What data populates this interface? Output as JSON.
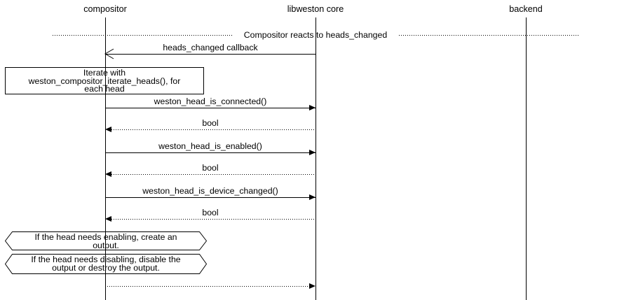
{
  "diagram": {
    "entities": [
      {
        "label": "compositor"
      },
      {
        "label": "libweston core"
      },
      {
        "label": "backend"
      }
    ],
    "divider_label": "Compositor reacts to heads_changed",
    "messages": [
      {
        "label": "heads_changed callback"
      },
      {
        "label": "weston_head_is_connected()"
      },
      {
        "label": "bool"
      },
      {
        "label": "weston_head_is_enabled()"
      },
      {
        "label": "bool"
      },
      {
        "label": "weston_head_is_device_changed()"
      },
      {
        "label": "bool"
      },
      {
        "label": ""
      }
    ],
    "note": {
      "lines": [
        "Iterate with",
        "weston_compositor_iterate_heads(), for",
        "each head"
      ]
    },
    "conditions": [
      {
        "lines": [
          "If the head needs enabling, create an",
          "output."
        ]
      },
      {
        "lines": [
          "If the head needs disabling, disable the",
          "output or destroy the output."
        ]
      }
    ],
    "colors": {
      "line": "#000000",
      "background": "#ffffff"
    }
  }
}
